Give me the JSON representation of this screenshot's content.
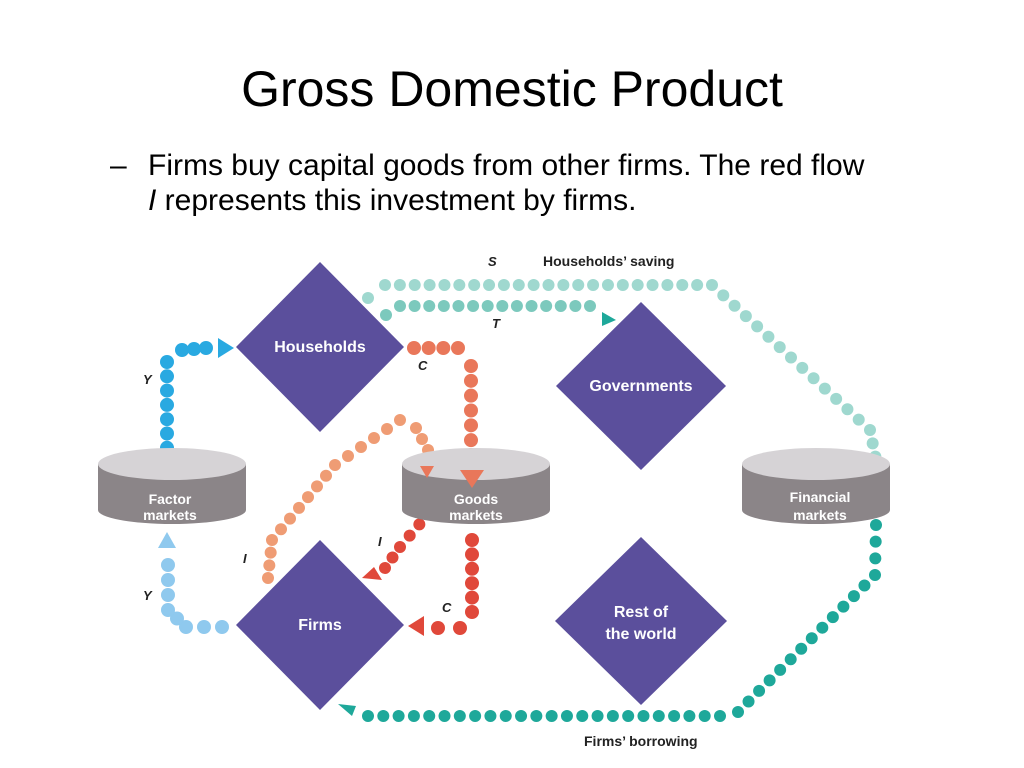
{
  "slide": {
    "title": "Gross Domestic Product",
    "bullet_dash": "–",
    "bullet_text_1": "Firms buy capital goods from other firms. The red flow",
    "bullet_italic": "I",
    "bullet_text_2": " represents this investment by firms."
  },
  "diagram": {
    "nodes": {
      "households": "Households",
      "governments": "Governments",
      "firms": "Firms",
      "rest_world_1": "Rest of",
      "rest_world_2": "the world"
    },
    "markets": {
      "factor_1": "Factor",
      "factor_2": "markets",
      "goods_1": "Goods",
      "goods_2": "markets",
      "financial_1": "Financial",
      "financial_2": "markets"
    },
    "flow_labels": {
      "s": "S",
      "t": "T",
      "y_top": "Y",
      "y_bottom": "Y",
      "c_top": "C",
      "c_bottom": "C",
      "i_left": "I",
      "i_right": "I"
    },
    "edge_labels": {
      "households_saving": "Households’ saving",
      "firms_borrowing": "Firms’ borrowing"
    },
    "colors": {
      "diamond": "#5b4f9c",
      "cylinder_top": "#d6d3d6",
      "cylinder_side": "#8b8588",
      "y_dots": "#29a9e1",
      "c_dots": "#e9775a",
      "i_dots": "#e0483a",
      "saving_dots": "#9fd8cf",
      "borrowing_dots": "#1ea89a"
    }
  }
}
